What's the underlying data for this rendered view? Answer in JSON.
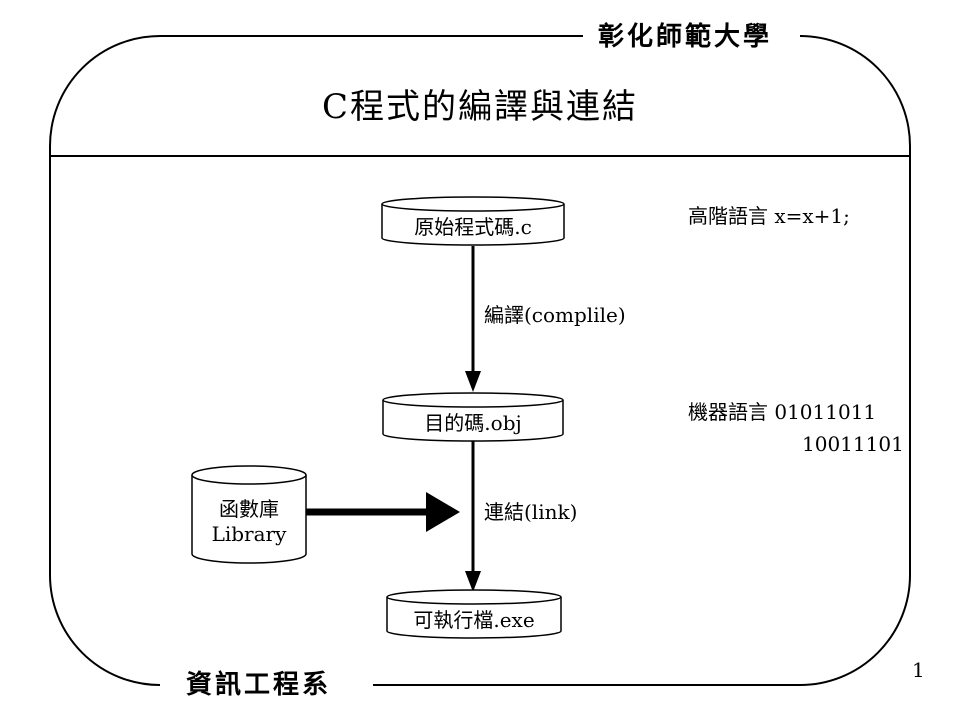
{
  "header": {
    "institution": "彰化師範大學",
    "title": "C程式的編譯與連結"
  },
  "footer": {
    "department": "資訊工程系",
    "page_number": "1"
  },
  "nodes": {
    "source": "原始程式碼.c",
    "object": "目的碼.obj",
    "executable": "可執行檔.exe",
    "library_line1": "函數庫",
    "library_line2": "Library"
  },
  "edges": {
    "compile": "編譯(complile)",
    "link": "連結(link)"
  },
  "notes": {
    "high_level": "高階語言 x=x+1;",
    "machine_line1": "機器語言 01011011",
    "machine_line2": "10011101"
  }
}
